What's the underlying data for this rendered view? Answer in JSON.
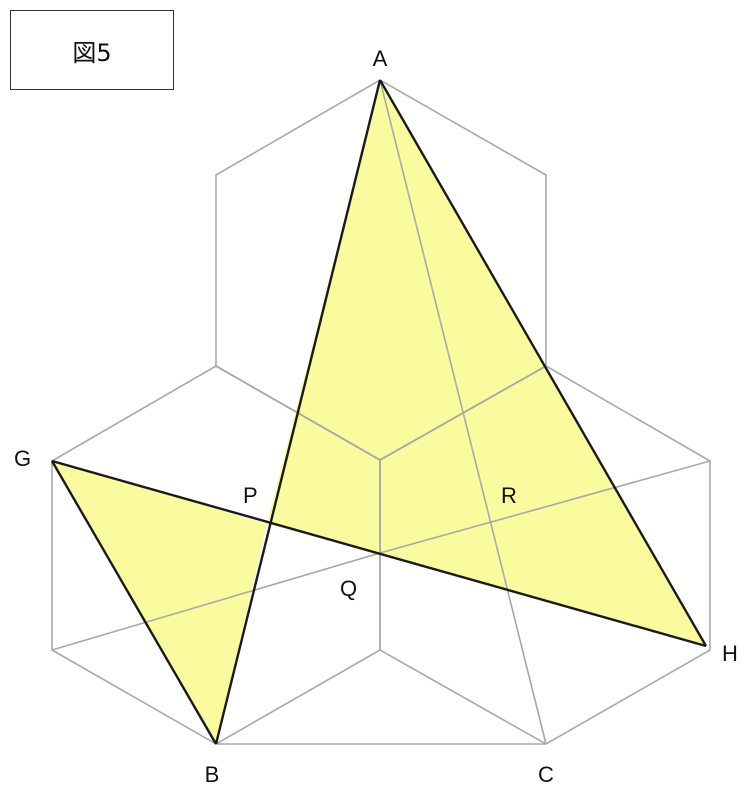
{
  "caption": "図5",
  "colors": {
    "fill": "#fafa9e",
    "grid": "#a8a8a8",
    "outline": "#1a1a1a",
    "text": "#111111"
  },
  "points": {
    "A": "A",
    "B": "B",
    "C": "C",
    "G": "G",
    "H": "H",
    "P": "P",
    "Q": "Q",
    "R": "R"
  }
}
